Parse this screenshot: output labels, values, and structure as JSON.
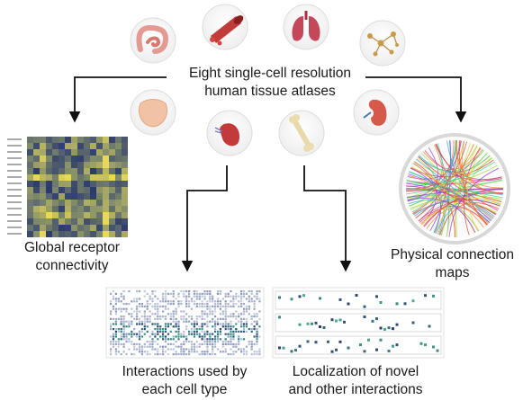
{
  "title": {
    "line1": "Eight single-cell resolution",
    "line2": "human tissue atlases"
  },
  "tissue_icons": [
    "intestine-icon",
    "blood-vessel-icon",
    "lungs-icon",
    "neurons-icon",
    "thyroid-icon",
    "spleen-icon",
    "bone-icon",
    "kidney-icon"
  ],
  "outputs": {
    "global_receptor": {
      "line1": "Global receptor",
      "line2": "connectivity"
    },
    "physical_maps": {
      "line1": "Physical connection",
      "line2": "maps"
    },
    "interactions_cell_type": {
      "line1": "Interactions used by",
      "line2": "each cell type"
    },
    "localization": {
      "line1": "Localization of novel",
      "line2": "and other interactions"
    }
  },
  "colors": {
    "arrow": "#111111",
    "heatmap_low": "#2b3a6e",
    "heatmap_mid": "#7f8a6a",
    "heatmap_high": "#e7d85a",
    "organ_red": "#c23a3a",
    "organ_pink": "#e88a8a",
    "organ_light": "#f4c9b0",
    "icon_ring": "#e9e9e9"
  }
}
